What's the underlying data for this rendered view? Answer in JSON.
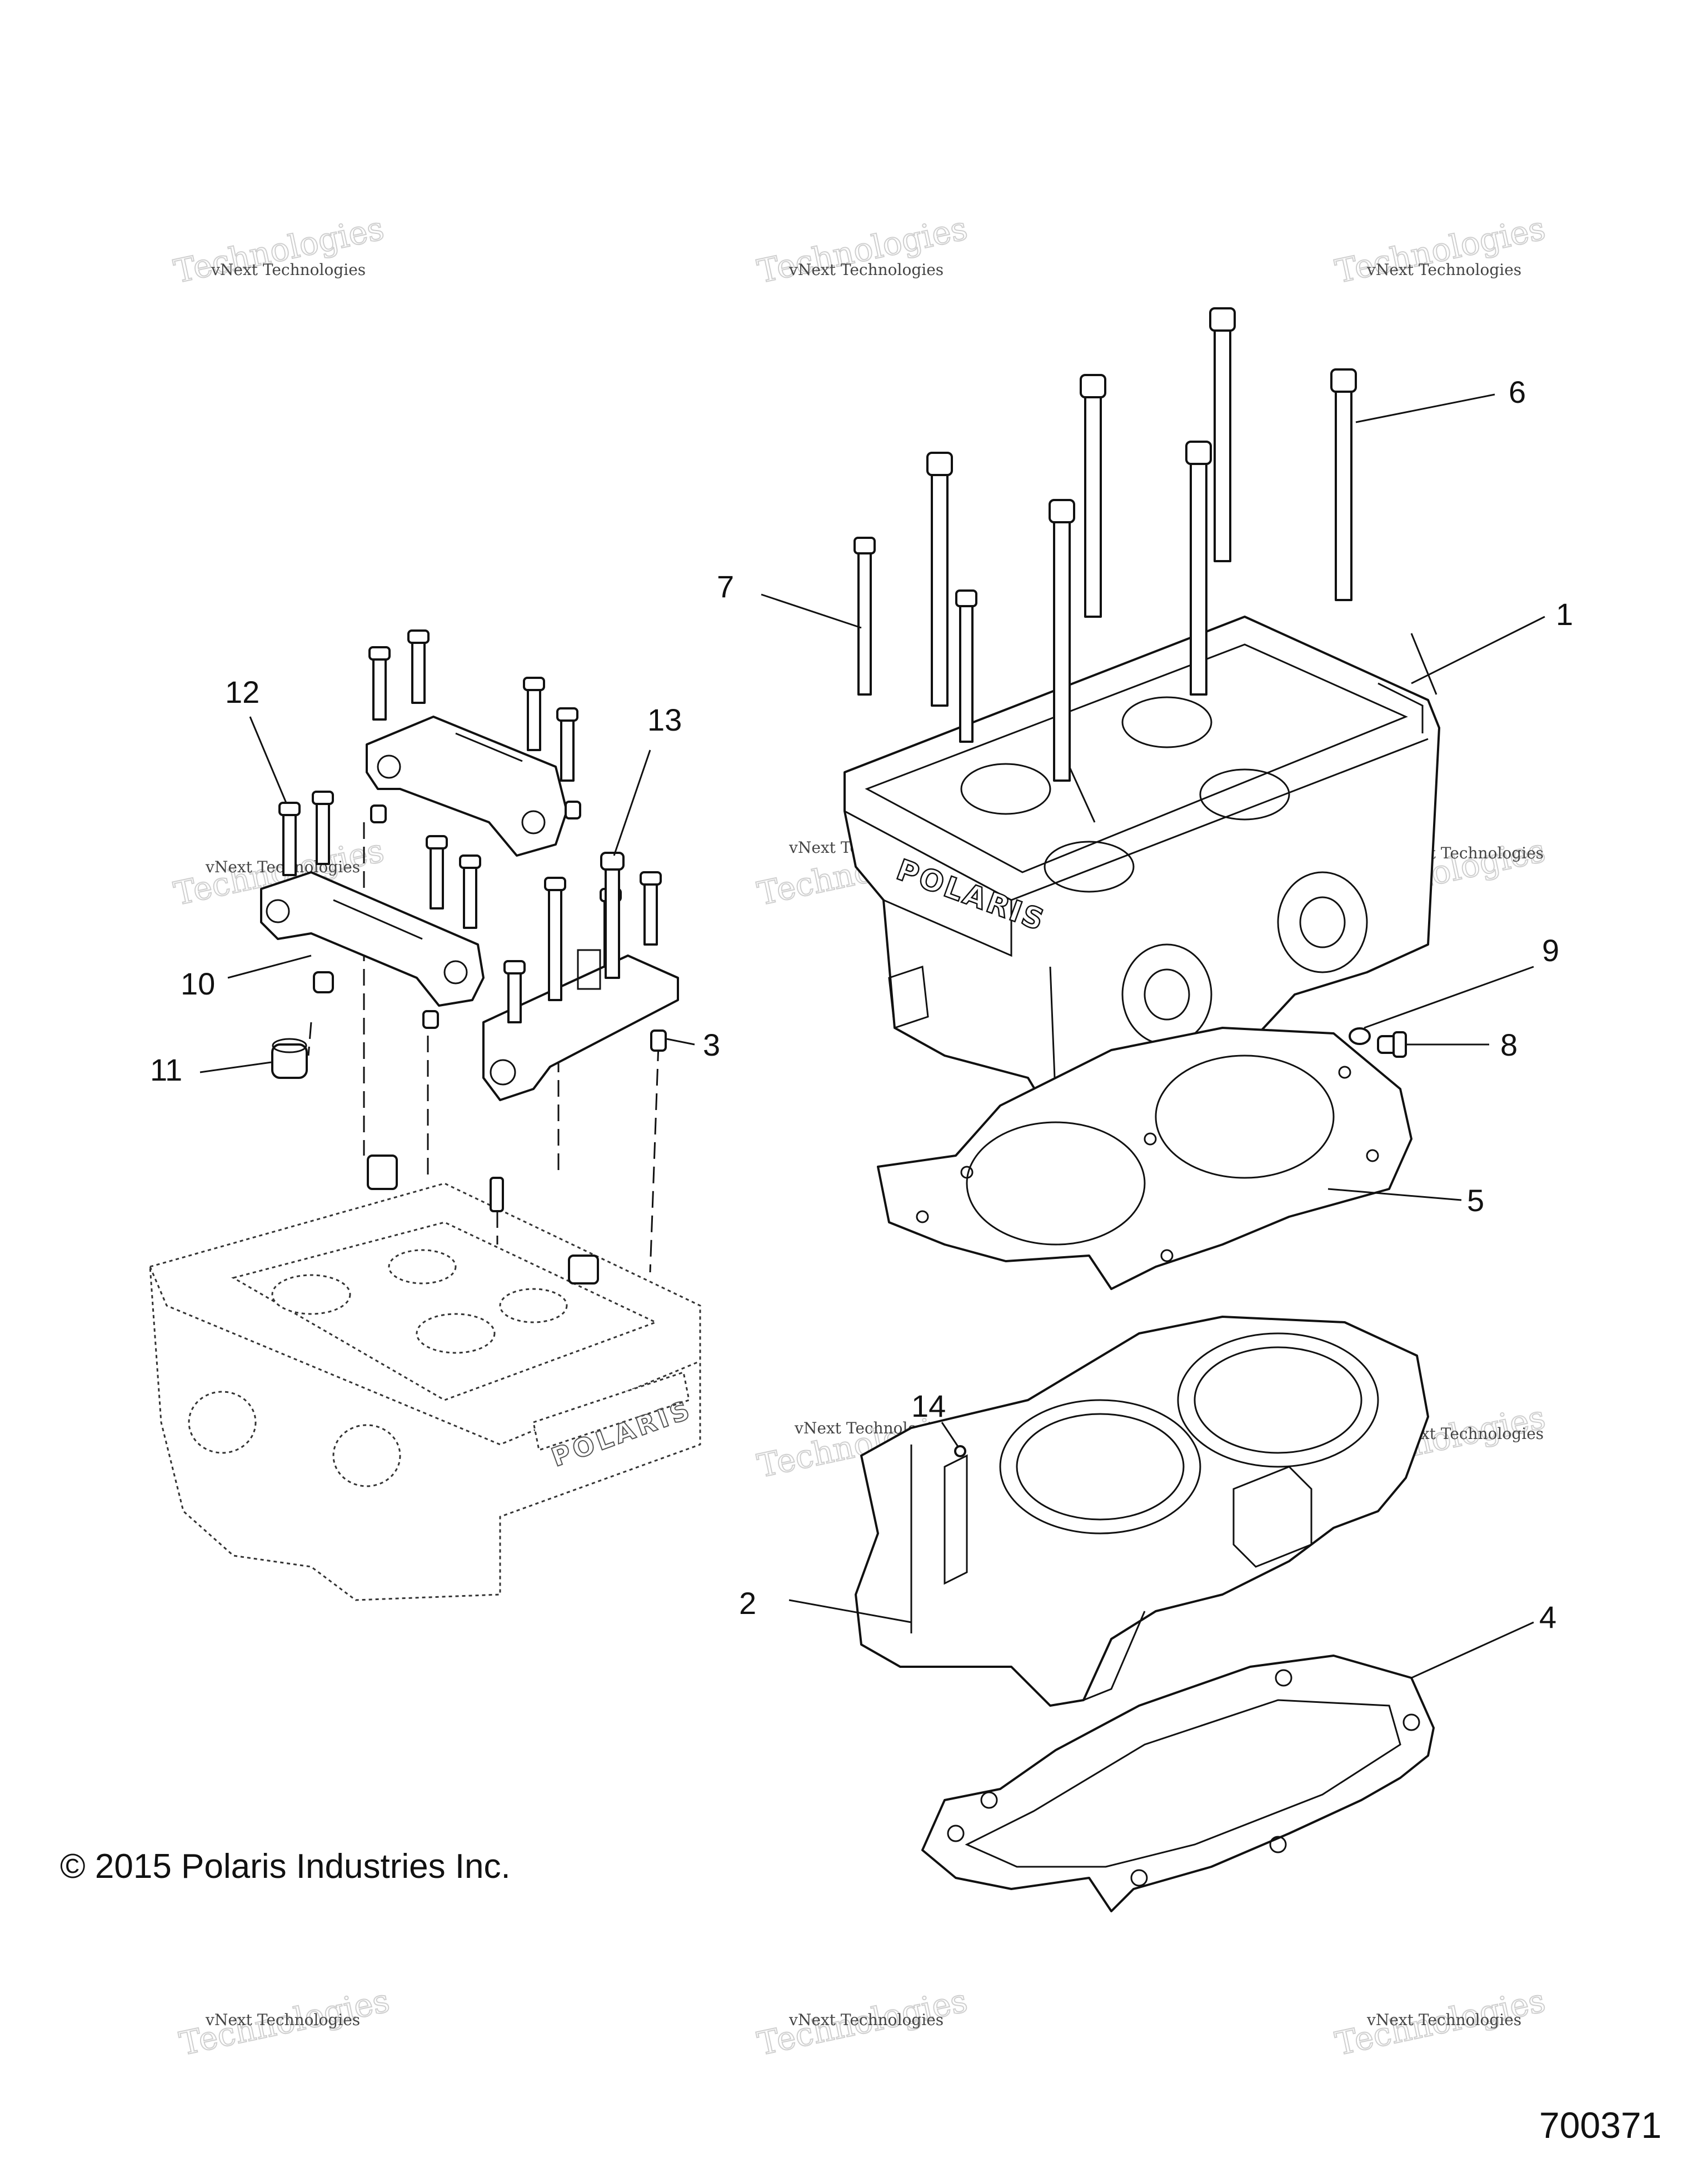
{
  "callouts": [
    {
      "label": "1"
    },
    {
      "label": "2"
    },
    {
      "label": "3"
    },
    {
      "label": "4"
    },
    {
      "label": "5"
    },
    {
      "label": "6"
    },
    {
      "label": "7"
    },
    {
      "label": "8"
    },
    {
      "label": "9"
    },
    {
      "label": "10"
    },
    {
      "label": "11"
    },
    {
      "label": "12"
    },
    {
      "label": "13"
    },
    {
      "label": "14"
    }
  ],
  "copyright": "© 2015 Polaris Industries Inc.",
  "figure_id": "700371",
  "head_brand": "POLARIS",
  "watermark": {
    "line1": "vNext Technologies",
    "line2": "Technologies"
  }
}
